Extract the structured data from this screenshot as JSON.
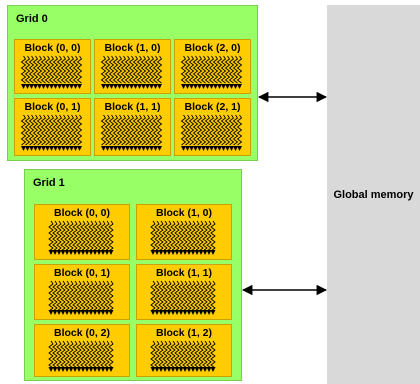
{
  "memory": {
    "label": "Global memory"
  },
  "grids": [
    {
      "title": "Grid 0",
      "blocks": [
        "Block (0, 0)",
        "Block (1, 0)",
        "Block (2, 0)",
        "Block (0, 1)",
        "Block (1, 1)",
        "Block (2, 1)"
      ]
    },
    {
      "title": "Grid 1",
      "blocks": [
        "Block (0, 0)",
        "Block (1, 0)",
        "Block (0, 1)",
        "Block (1, 1)",
        "Block (0, 2)",
        "Block (1, 2)"
      ]
    }
  ],
  "colors": {
    "grid": "#99ff66",
    "block": "#ffcc00",
    "memory": "#d9d9d9",
    "thread": "#000000"
  }
}
